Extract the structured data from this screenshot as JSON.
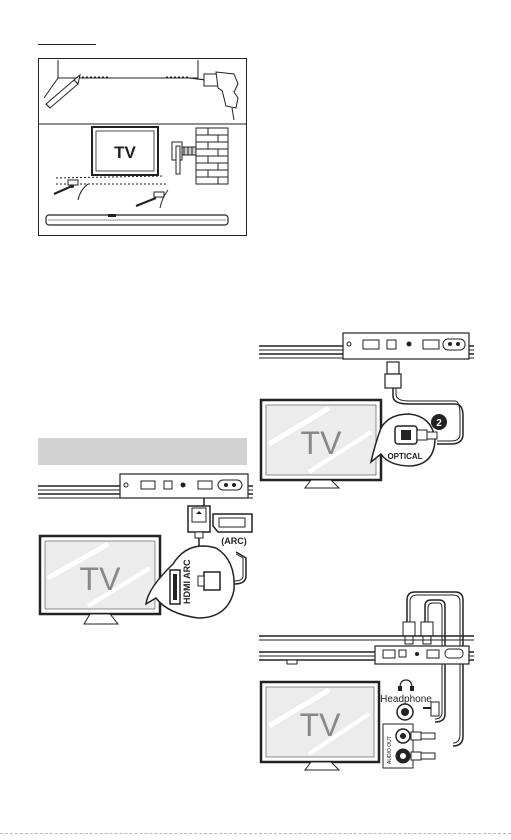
{
  "wall_mount": {
    "tv_label": "TV"
  },
  "hdmi": {
    "tv_label": "TV",
    "arc_label": "(ARC)",
    "port_label": "HDMI ARC"
  },
  "optical": {
    "tv_label": "TV",
    "port_label": "OPTICAL",
    "step_number": "2"
  },
  "aux": {
    "tv_label": "TV",
    "headphone_label": "Headphone",
    "audio_out_label": "AUDIO OUT"
  },
  "colors": {
    "line": "#222222",
    "section_bar": "#d2d2d2",
    "tv_screen": "#ececec"
  }
}
